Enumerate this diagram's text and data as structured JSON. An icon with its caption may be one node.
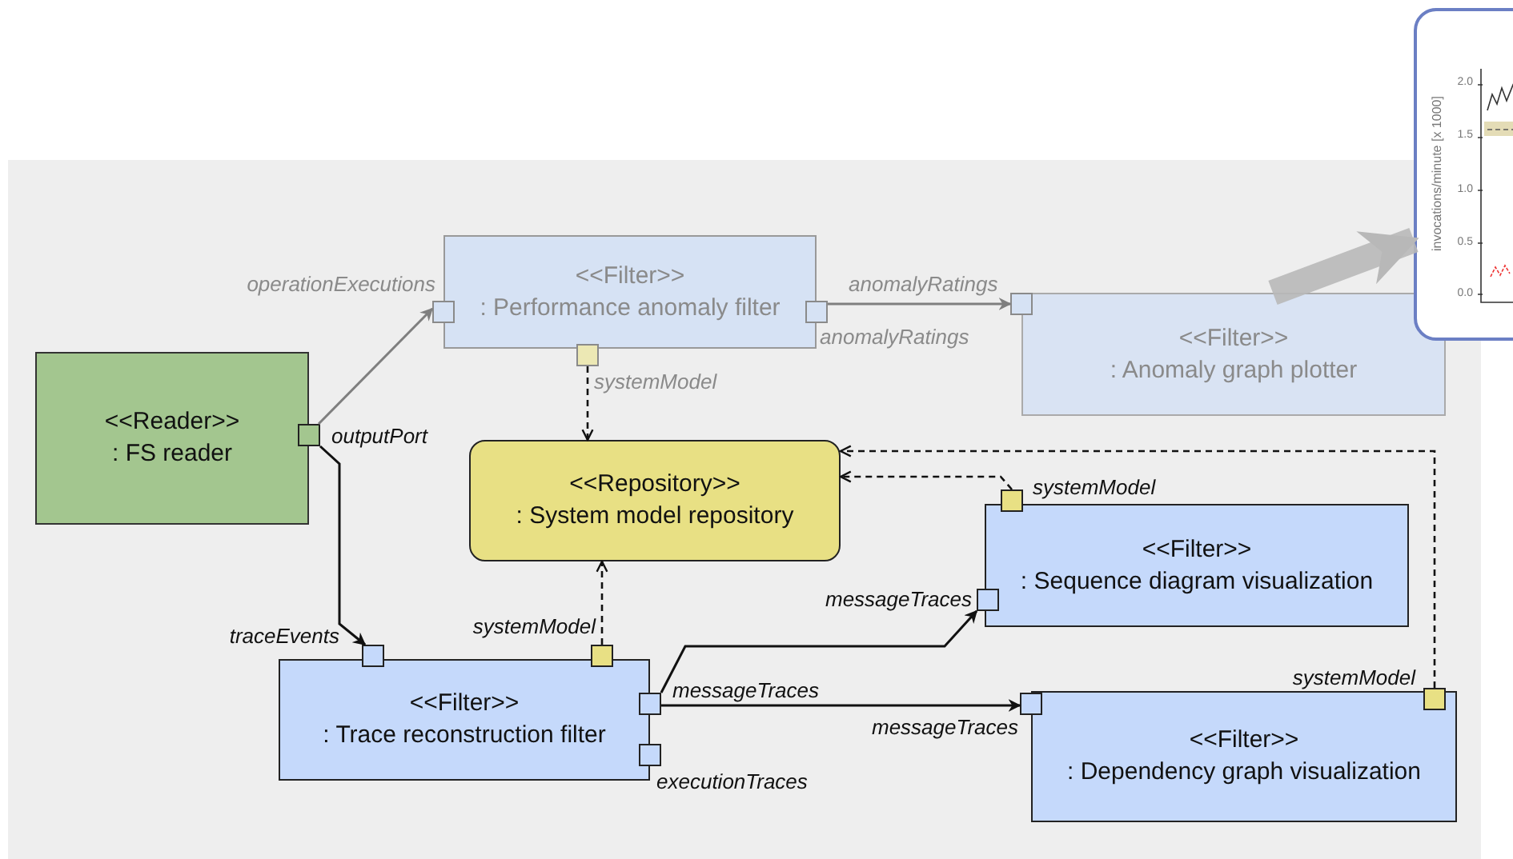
{
  "diagram": {
    "nodes": [
      {
        "text": [
          "<<Reader>>",
          ": FS reader"
        ]
      },
      {
        "text": [
          "<<Filter>>",
          ": Performance anomaly filter"
        ]
      },
      {
        "text": [
          "<<Filter>>",
          ": Anomaly graph plotter"
        ]
      },
      {
        "text": [
          "<<Repository>>",
          ": System model repository"
        ]
      },
      {
        "text": [
          "<<Filter>>",
          ": Trace reconstruction filter"
        ]
      },
      {
        "text": [
          "<<Filter>>",
          ": Sequence diagram visualization"
        ]
      },
      {
        "text": [
          "<<Filter>>",
          ": Dependency graph visualization"
        ]
      },
      {
        "text": [
          "invocations/minute  [x 1000]",
          "2.0",
          "1.5",
          "1.0",
          "0.5",
          "0.0"
        ]
      },
      {
        "text": [],
        "shape": "box",
        "beside": [
          "outputPort"
        ]
      },
      {
        "text": [],
        "shape": "box",
        "beside": [
          "operationExecutions"
        ]
      },
      {
        "text": [],
        "shape": "box",
        "beside": [
          "anomalyRatings"
        ]
      },
      {
        "text": [],
        "shape": "box",
        "beside": [
          "systemModel"
        ]
      },
      {
        "text": [],
        "shape": "box",
        "beside": [
          "anomalyRatings"
        ]
      },
      {
        "text": [],
        "shape": "box",
        "beside": [
          "traceEvents"
        ]
      },
      {
        "text": [],
        "shape": "box",
        "beside": [
          "systemModel"
        ]
      },
      {
        "text": [],
        "shape": "box",
        "beside": [
          "messageTraces"
        ]
      },
      {
        "text": [],
        "shape": "box",
        "beside": [
          "executionTraces"
        ]
      },
      {
        "text": [],
        "shape": "box",
        "beside": [
          "messageTraces"
        ]
      },
      {
        "text": [],
        "shape": "box",
        "beside": [
          "systemModel"
        ]
      },
      {
        "text": [],
        "shape": "box",
        "beside": [
          "messageTraces"
        ]
      },
      {
        "text": [],
        "shape": "box",
        "beside": [
          "systemModel"
        ]
      }
    ],
    "edges": [
      {
        "from": 8,
        "to": 9,
        "arrow": "to",
        "color": "#7f7f7f"
      },
      {
        "from": 8,
        "to": 13,
        "arrow": "to"
      },
      {
        "from": 10,
        "to": 12,
        "arrow": "to",
        "color": "#7f7f7f"
      },
      {
        "from": 11,
        "to": 3,
        "arrow": "to",
        "style": "dashed"
      },
      {
        "from": 14,
        "to": 3,
        "arrow": "to",
        "style": "dashed"
      },
      {
        "from": 18,
        "to": 3,
        "arrow": "to",
        "style": "dashed"
      },
      {
        "from": 20,
        "to": 3,
        "arrow": "to",
        "style": "dashed"
      },
      {
        "from": 15,
        "to": 17,
        "arrow": "to"
      },
      {
        "from": 15,
        "to": 19,
        "arrow": "to"
      },
      {
        "from": 2,
        "to": 7,
        "arrow": "to",
        "style": "thick",
        "color": "#b8b8b8"
      }
    ]
  }
}
